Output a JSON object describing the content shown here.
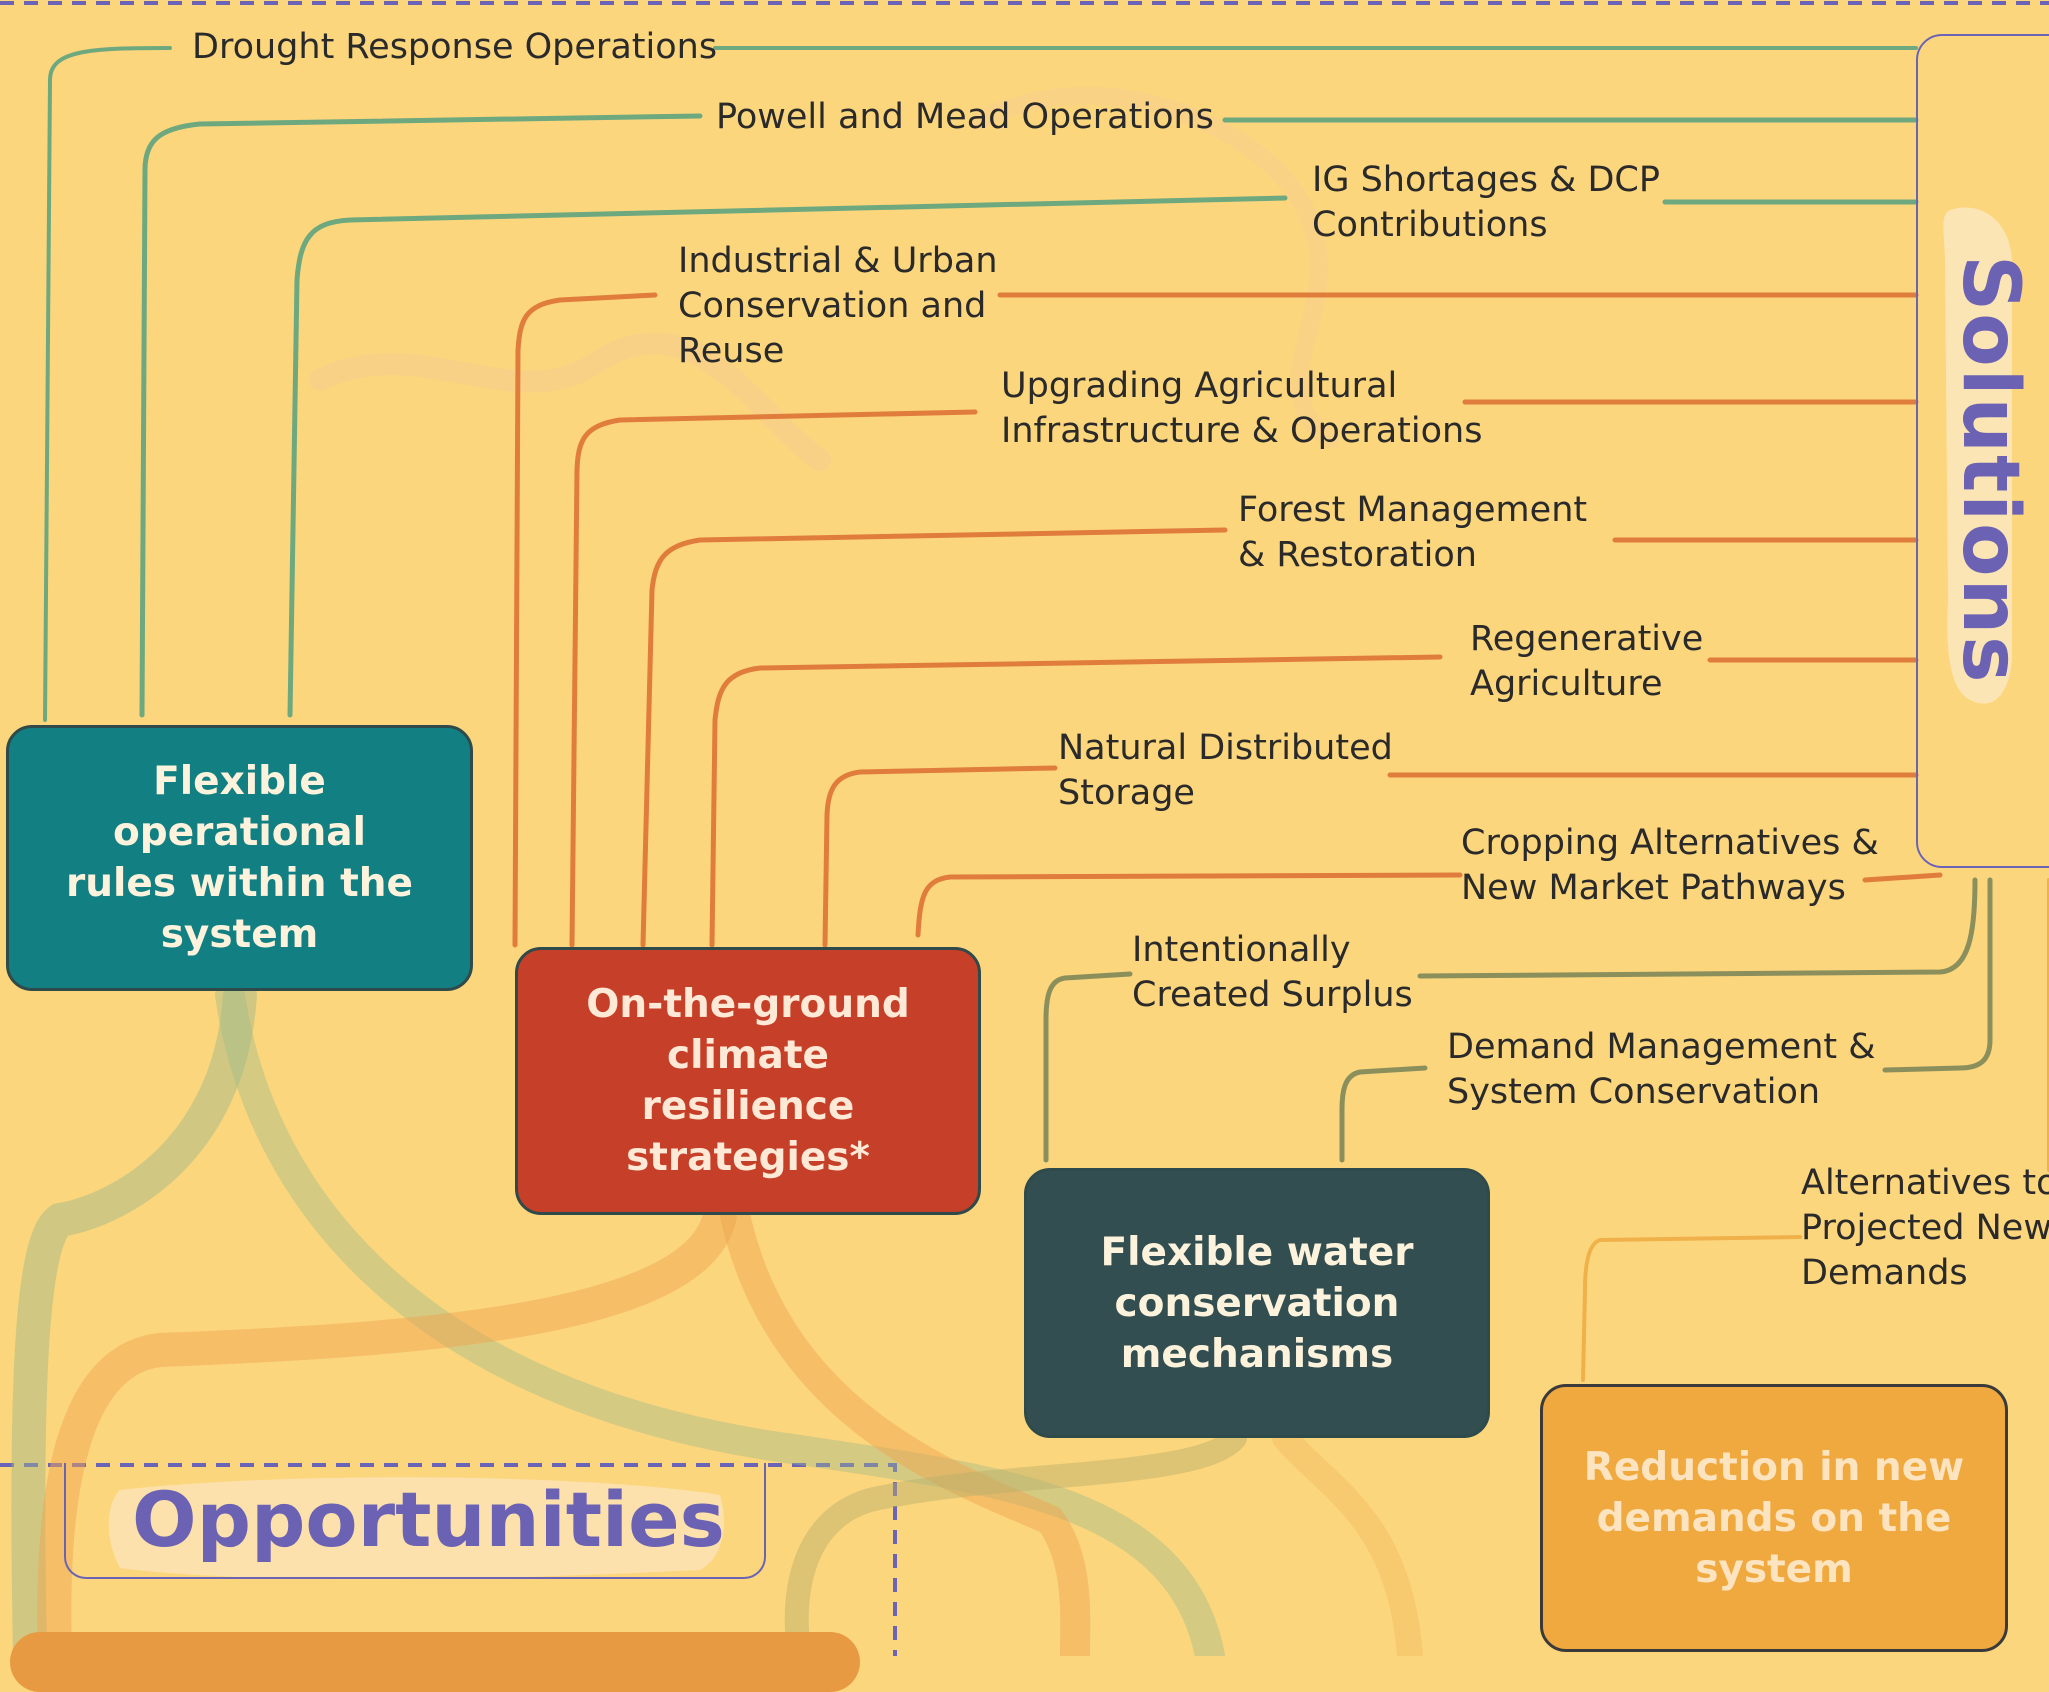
{
  "colors": {
    "background": "#fcd67d",
    "green_connector": "#6ea87f",
    "orange_connector": "#e07d3c",
    "olive_connector": "#8a8f5c",
    "yellow_connector": "#f0b14a",
    "accent_purple": "#6b62b4",
    "flexible_operational": "#127f83",
    "on_the_ground": "#c63f28",
    "flexible_water": "#324e50",
    "reduction": "#f0a93e"
  },
  "sections": {
    "solutions_title": "Solutions",
    "opportunities_title": "Opportunities"
  },
  "categories": [
    {
      "key": "flex_op",
      "label": "Flexible operational rules within the system",
      "lines": [
        "Flexible operational",
        "rules within the",
        "system"
      ]
    },
    {
      "key": "ground",
      "label": "On-the-ground climate resilience strategies*",
      "lines": [
        "On-the-ground",
        "climate resilience",
        "strategies*"
      ]
    },
    {
      "key": "water",
      "label": "Flexible water conservation mechanisms",
      "lines": [
        "Flexible water",
        "conservation",
        "mechanisms"
      ]
    },
    {
      "key": "reduction",
      "label": "Reduction in new demands on the system",
      "lines": [
        "Reduction in new",
        "demands on the",
        "system"
      ]
    }
  ],
  "solutions": [
    {
      "key": "drought",
      "category": "flex_op",
      "lines": [
        "Drought Response Operations"
      ]
    },
    {
      "key": "powell",
      "category": "flex_op",
      "lines": [
        "Powell and Mead Operations"
      ]
    },
    {
      "key": "ig",
      "category": "flex_op",
      "lines": [
        "IG Shortages & DCP",
        "Contributions"
      ]
    },
    {
      "key": "industrial",
      "category": "ground",
      "lines": [
        "Industrial & Urban",
        "Conservation and",
        "Reuse"
      ]
    },
    {
      "key": "upgrading",
      "category": "ground",
      "lines": [
        "Upgrading Agricultural",
        "Infrastructure & Operations"
      ]
    },
    {
      "key": "forest",
      "category": "ground",
      "lines": [
        "Forest Management",
        "& Restoration"
      ]
    },
    {
      "key": "regenerative",
      "category": "ground",
      "lines": [
        "Regenerative",
        "Agriculture"
      ]
    },
    {
      "key": "natural",
      "category": "ground",
      "lines": [
        "Natural Distributed",
        "Storage"
      ]
    },
    {
      "key": "cropping",
      "category": "ground",
      "lines": [
        "Cropping Alternatives &",
        "New Market Pathways"
      ]
    },
    {
      "key": "ics",
      "category": "water",
      "lines": [
        "Intentionally",
        "Created Surplus"
      ]
    },
    {
      "key": "demand",
      "category": "water",
      "lines": [
        "Demand Management &",
        "System Conservation"
      ]
    },
    {
      "key": "alternatives",
      "category": "reduction",
      "lines": [
        "Alternatives to",
        "Projected New",
        "Demands"
      ]
    }
  ]
}
